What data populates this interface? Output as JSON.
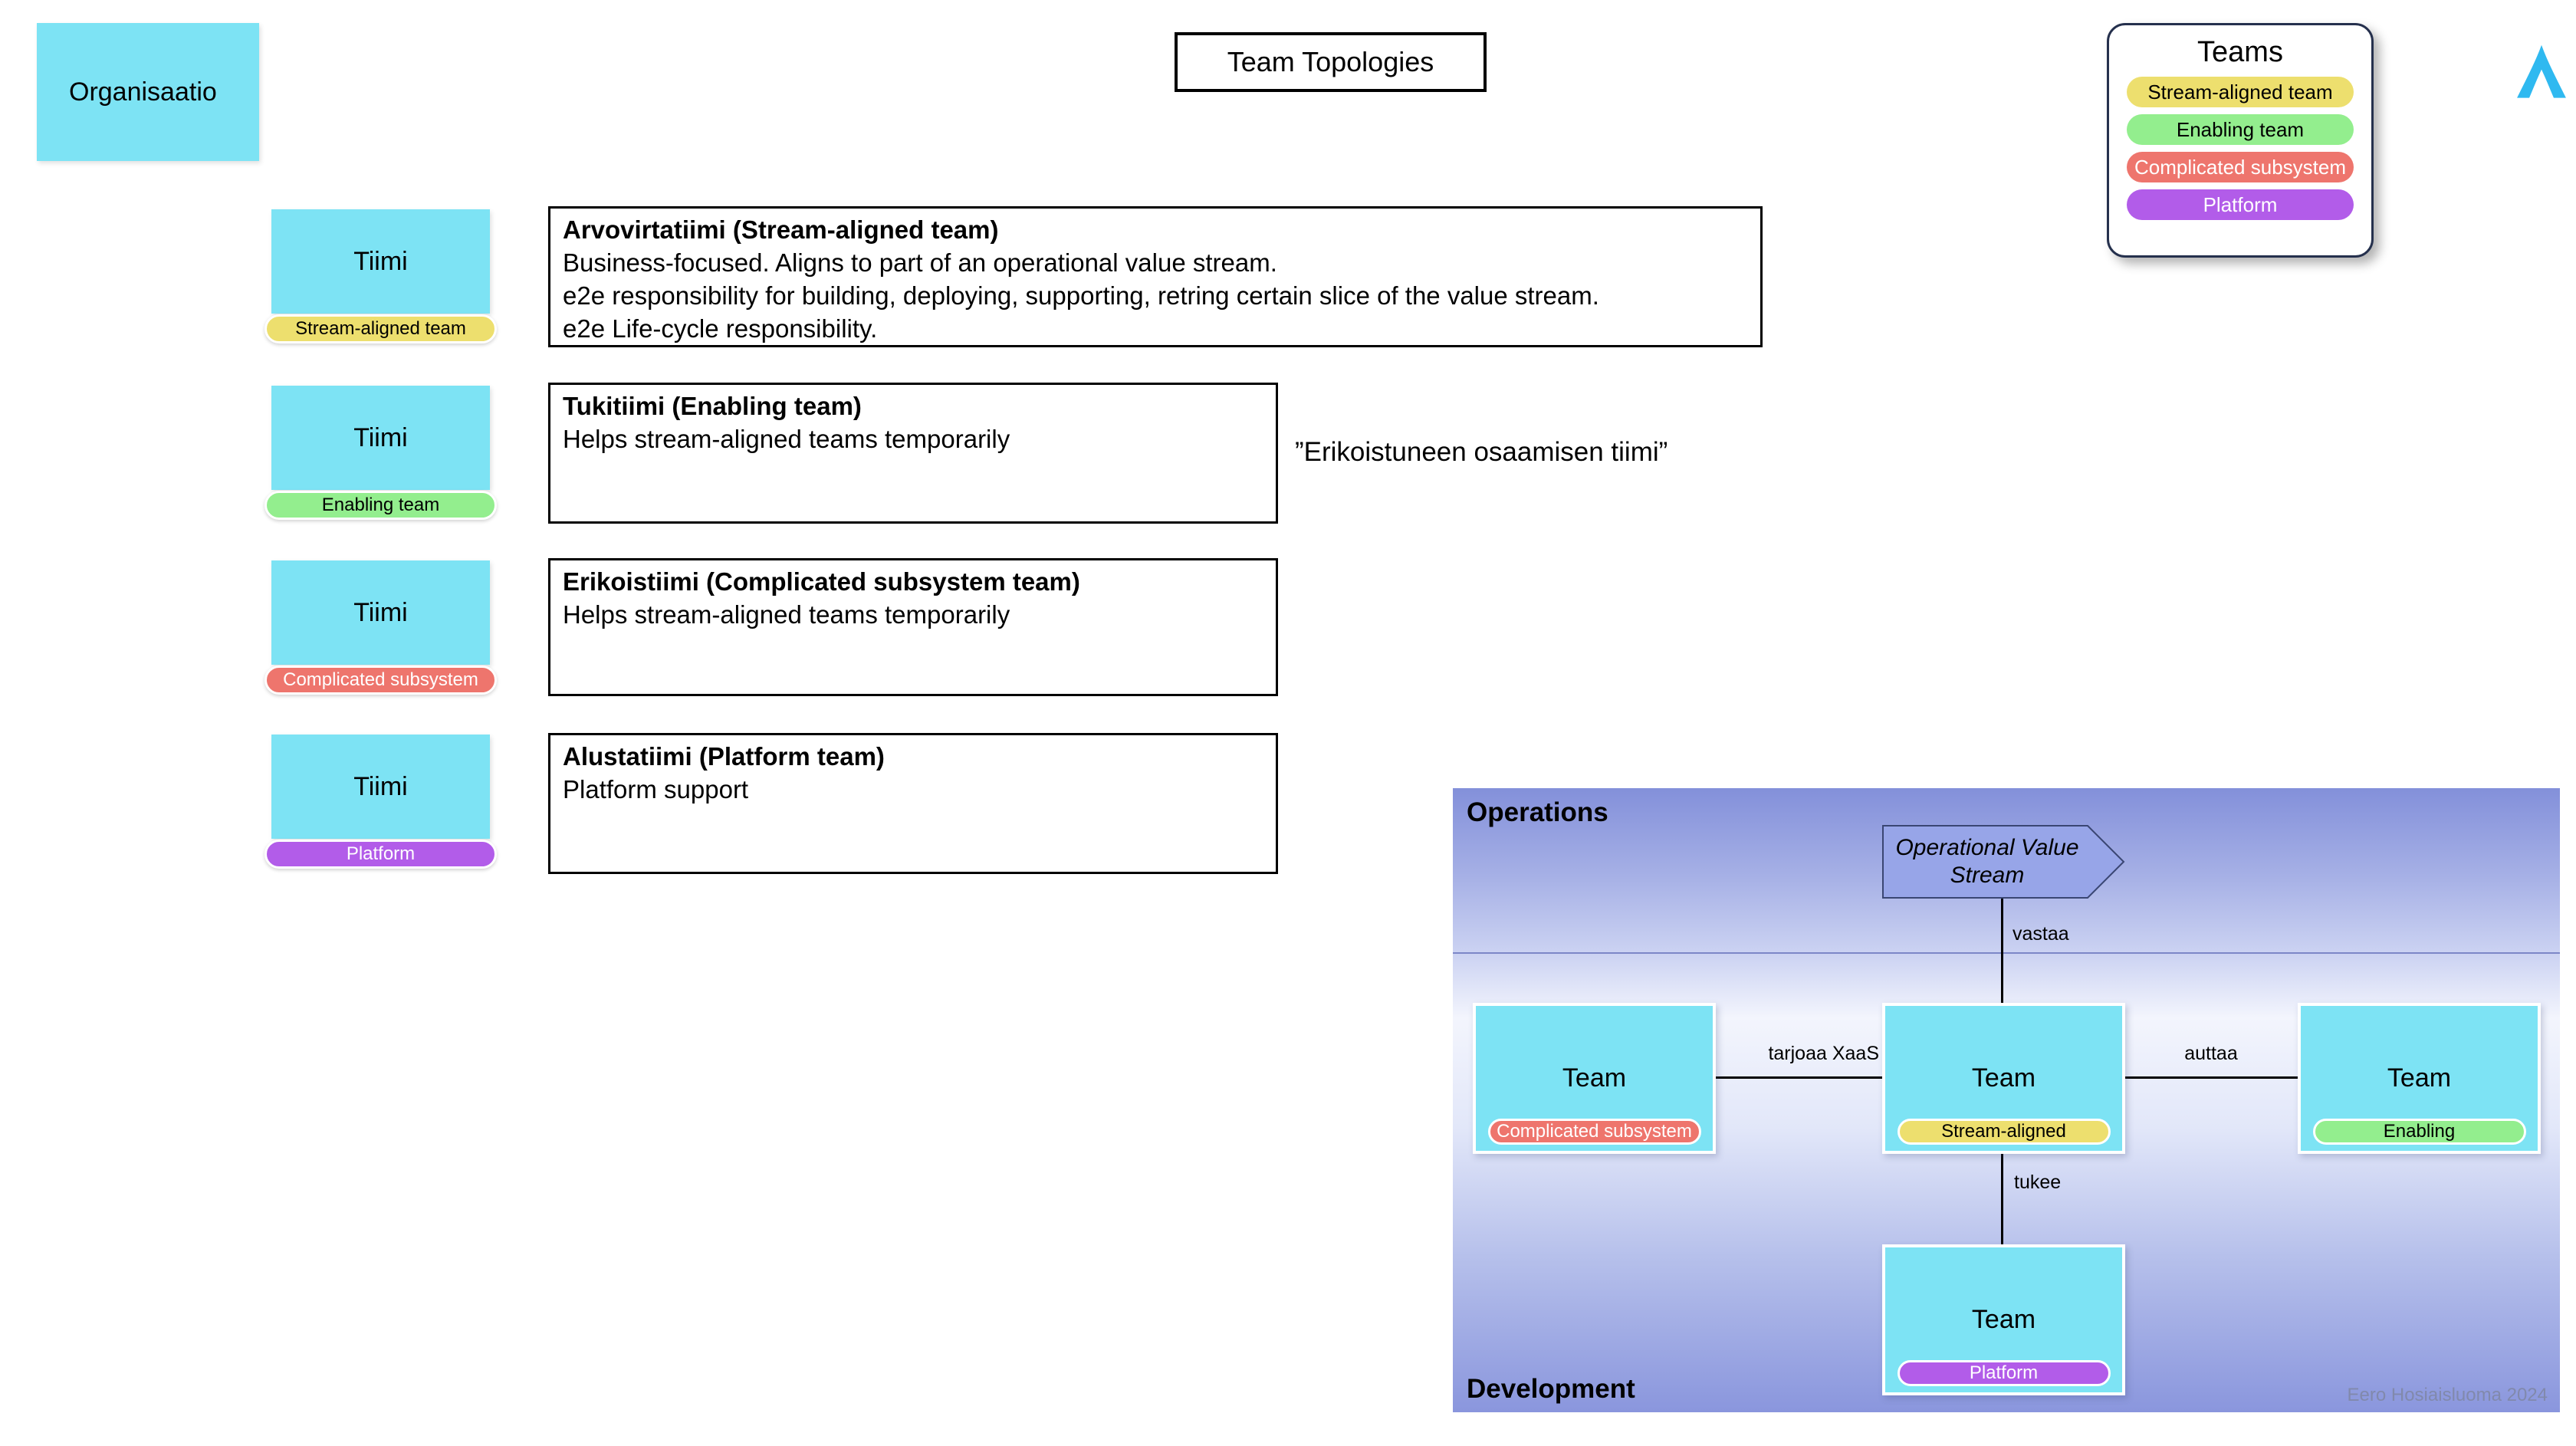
{
  "colors": {
    "team_fill": "#7DE3F4",
    "stream_aligned": "#EDDF6E",
    "enabling": "#93EE8E",
    "complicated_subsystem": "#EE756D",
    "platform": "#B25CE9",
    "value_stream_fill": "#97A5E8",
    "zone_blue": "#8390DA",
    "logo_cyan": "#2FB9F0"
  },
  "header": {
    "org_label": "Organisaatio",
    "title": "Team Topologies"
  },
  "legend": {
    "title": "Teams",
    "items": [
      {
        "label": "Stream-aligned team"
      },
      {
        "label": "Enabling team"
      },
      {
        "label": "Complicated subsystem"
      },
      {
        "label": "Platform"
      }
    ]
  },
  "teams_column": [
    {
      "name": "Tiimi",
      "badge": "Stream-aligned team"
    },
    {
      "name": "Tiimi",
      "badge": "Enabling team"
    },
    {
      "name": "Tiimi",
      "badge": "Complicated subsystem"
    },
    {
      "name": "Tiimi",
      "badge": "Platform"
    }
  ],
  "descriptions": [
    {
      "title": "Arvovirtatiimi (Stream-aligned team)",
      "lines": [
        "Business-focused. Aligns to part of an operational value stream.",
        "e2e responsibility for building, deploying, supporting, retring certain slice of the value stream.",
        "e2e Life-cycle responsibility."
      ]
    },
    {
      "title": "Tukitiimi (Enabling team)",
      "lines": [
        "Helps stream-aligned teams temporarily"
      ]
    },
    {
      "title": "Erikoistiimi (Complicated subsystem team)",
      "lines": [
        "Helps stream-aligned teams temporarily"
      ]
    },
    {
      "title": "Alustatiimi (Platform team)",
      "lines": [
        "Platform support"
      ]
    }
  ],
  "quote": "”Erikoistuneen osaamisen tiimi”",
  "panel": {
    "operations_label": "Operations",
    "development_label": "Development",
    "value_stream_label": "Operational Value Stream",
    "credit": "Eero Hosiaisluoma 2024",
    "connectors": {
      "vastaa": "vastaa",
      "tarjoaa_xaas": "tarjoaa XaaS",
      "auttaa": "auttaa",
      "tukee": "tukee"
    },
    "teams": [
      {
        "name": "Team",
        "badge": "Complicated subsystem"
      },
      {
        "name": "Team",
        "badge": "Stream-aligned"
      },
      {
        "name": "Team",
        "badge": "Enabling"
      },
      {
        "name": "Team",
        "badge": "Platform"
      }
    ]
  }
}
